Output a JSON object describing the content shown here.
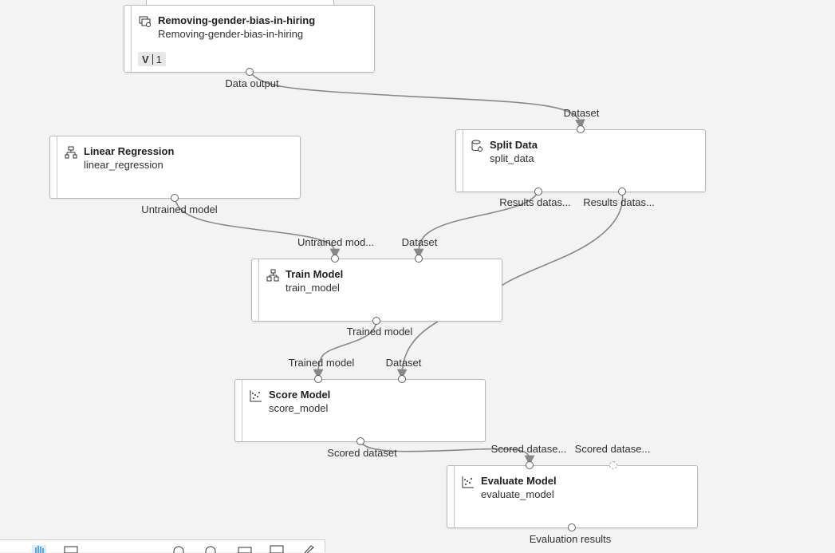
{
  "nodes": {
    "dataset": {
      "title": "Removing-gender-bias-in-hiring",
      "subtitle": "Removing-gender-bias-in-hiring",
      "version_letter": "V",
      "version_number": "1",
      "icon": "dataset-icon"
    },
    "linear_regression": {
      "title": "Linear Regression",
      "subtitle": "linear_regression",
      "icon": "regression-tree-icon"
    },
    "split_data": {
      "title": "Split Data",
      "subtitle": "split_data",
      "icon": "database-gear-icon"
    },
    "train_model": {
      "title": "Train Model",
      "subtitle": "train_model",
      "icon": "train-hierarchy-icon"
    },
    "score_model": {
      "title": "Score Model",
      "subtitle": "score_model",
      "icon": "scatter-chart-icon"
    },
    "evaluate_model": {
      "title": "Evaluate Model",
      "subtitle": "evaluate_model",
      "icon": "scatter-chart-icon"
    }
  },
  "ports": {
    "dataset_out": "Data output",
    "split_in": "Dataset",
    "split_out1": "Results datas...",
    "split_out2": "Results datas...",
    "lr_out": "Untrained model",
    "train_in_model": "Untrained mod...",
    "train_in_data": "Dataset",
    "train_out": "Trained model",
    "score_in_model": "Trained model",
    "score_in_data": "Dataset",
    "score_out": "Scored dataset",
    "eval_in1": "Scored datase...",
    "eval_in2": "Scored datase...",
    "eval_out": "Evaluation results"
  },
  "toolbar": {
    "icons": [
      "pan-hand-icon",
      "fit-screen-icon",
      "zoom-in-icon",
      "zoom-out-icon",
      "minimap-icon",
      "layout-icon",
      "edit-icon"
    ]
  },
  "colors": {
    "edge": "#8a8886",
    "port_border": "#605e5c",
    "canvas": "#f3f3f3",
    "accent": "#0078d4"
  }
}
